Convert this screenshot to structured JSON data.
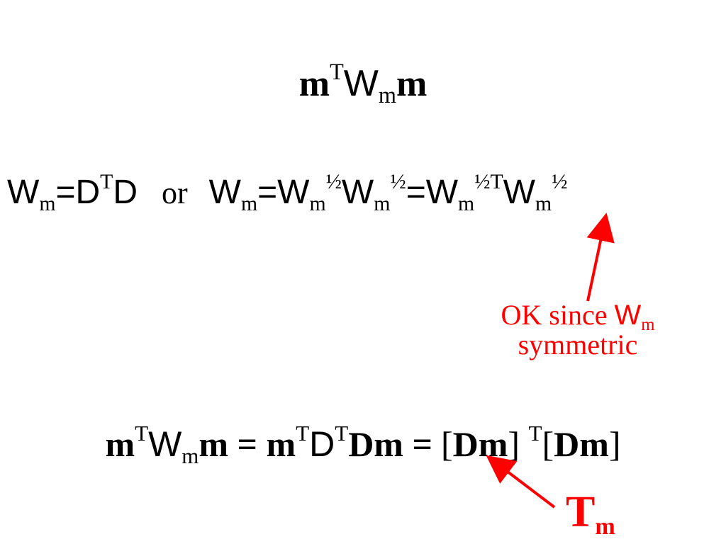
{
  "line1": {
    "m1": "m",
    "t1": "T",
    "w1": "W",
    "m1s": "m",
    "m2": "m"
  },
  "line2": {
    "wA": "W",
    "mA": "m",
    "eqA": "=D",
    "tA": "T",
    "dA": "D",
    "or": "or",
    "wB": "W",
    "mB": "m",
    "eqB": "=",
    "wC": "W",
    "mC": "m",
    "hC": "½",
    "wD": "W",
    "mD": "m",
    "hD": "½",
    "eqD": "=",
    "wE": "W",
    "mE": "m",
    "hE": "½T",
    "wF": "W",
    "mF": "m",
    "hF": "½"
  },
  "note": {
    "text1": "OK since ",
    "w": "W",
    "m": "m",
    "text2": "symmetric"
  },
  "line3": {
    "a1": "m",
    "a2": "T",
    "a3": "W",
    "a4": "m",
    "a5": "m",
    "b1": " = m",
    "b2": "T",
    "b3": "D",
    "b4": "T",
    "b5": "Dm =",
    "c1": "[",
    "c2": "Dm",
    "c3": "] ",
    "c4": "T",
    "c5": "[",
    "c6": "Dm",
    "c7": "]"
  },
  "tm_label": {
    "t": "T",
    "m": "m"
  },
  "colors": {
    "accent": "#ff0000",
    "text": "#000000",
    "background": "#ffffff"
  }
}
